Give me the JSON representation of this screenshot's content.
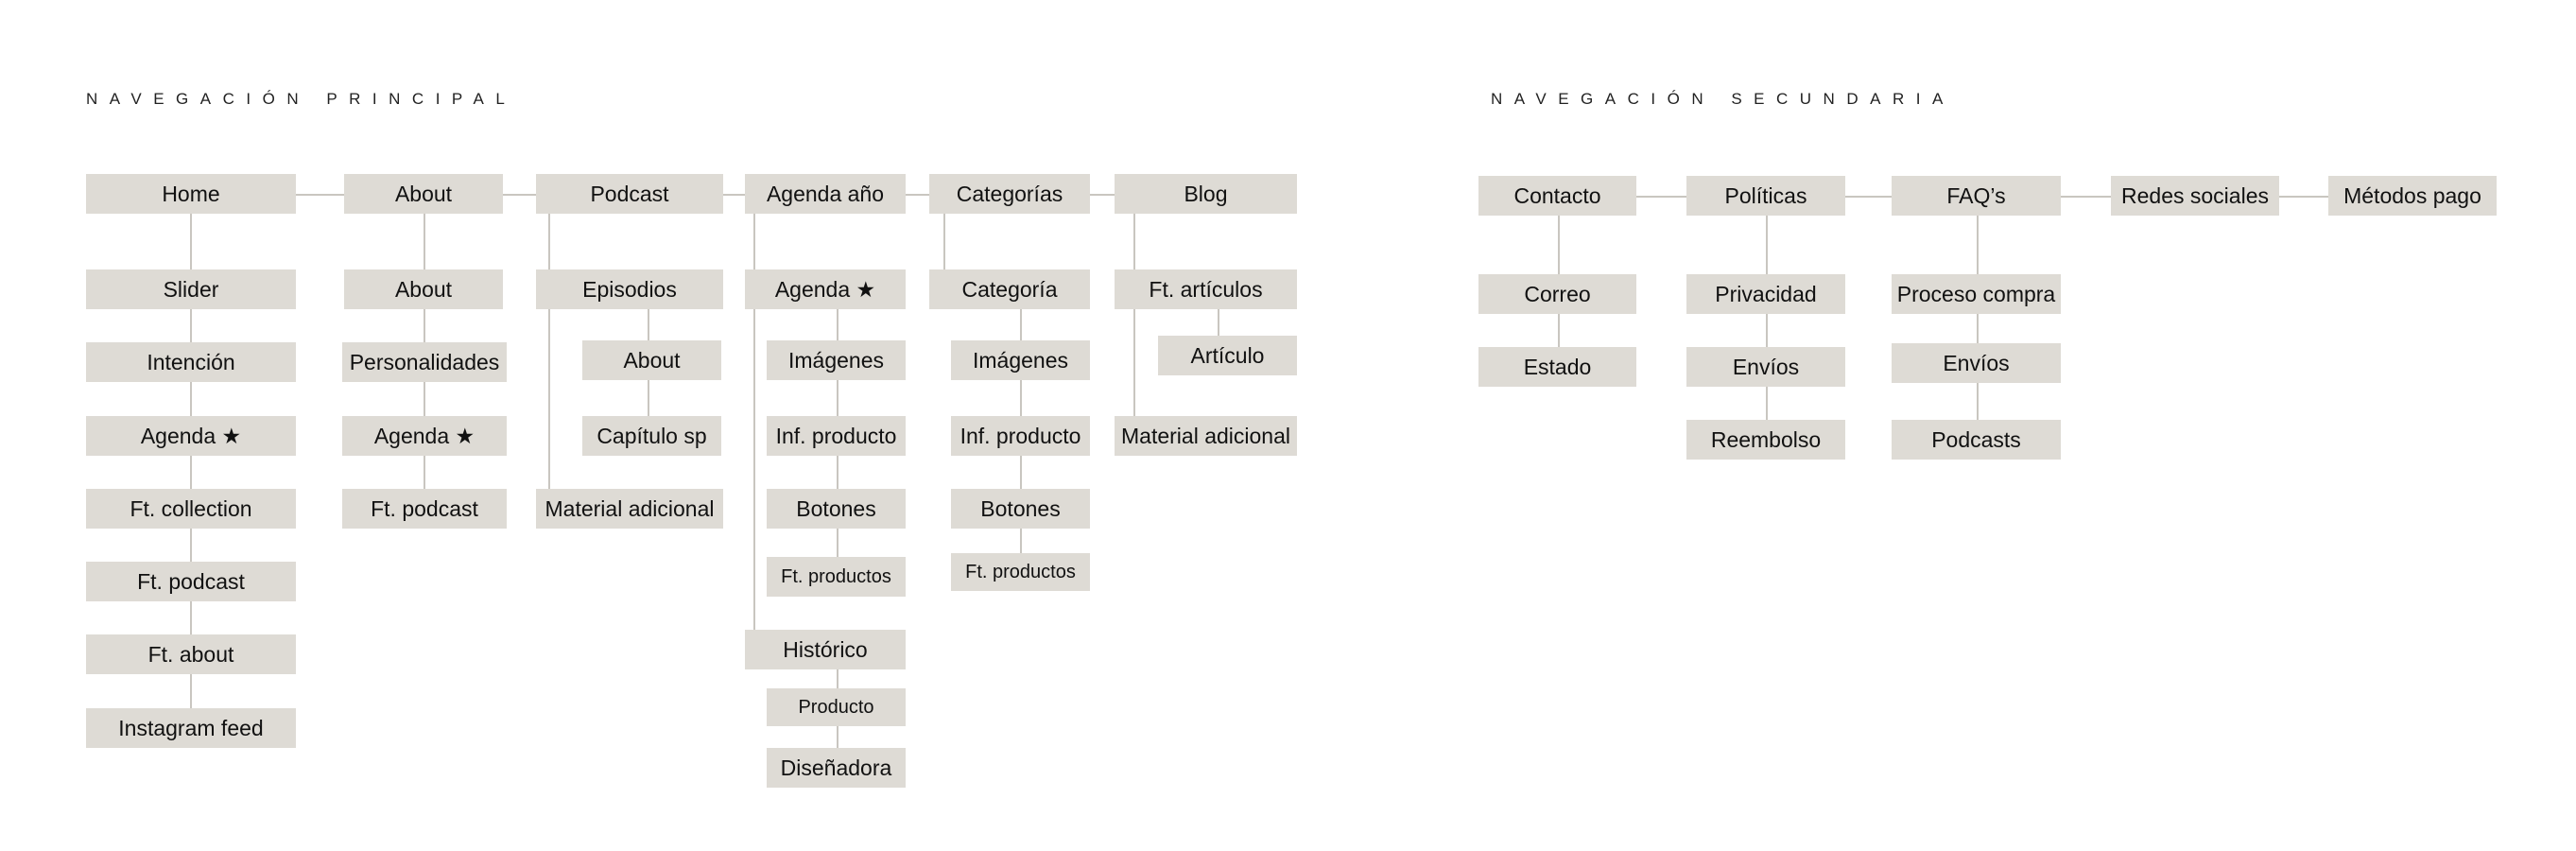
{
  "diagram": {
    "primary": {
      "title": "NAVEGACIÓN PRINCIPAL",
      "columns": [
        {
          "label": "Home",
          "children": [
            "Slider",
            "Intención",
            "Agenda ★",
            "Ft. collection",
            "Ft. podcast",
            "Ft. about",
            "Instagram feed"
          ]
        },
        {
          "label": "About",
          "children": [
            "About",
            "Personalidades",
            "Agenda  ★",
            "Ft. podcast"
          ]
        },
        {
          "label": "Podcast",
          "children": [
            "Episodios",
            "About",
            "Capítulo sp",
            "Material adicional"
          ]
        },
        {
          "label": "Agenda año",
          "children": [
            "Agenda  ★",
            "Imágenes",
            "Inf. producto",
            "Botones",
            "Ft. productos",
            "Histórico",
            "Producto",
            "Diseñadora"
          ]
        },
        {
          "label": "Categorías",
          "children": [
            "Categoría",
            "Imágenes",
            "Inf. producto",
            "Botones",
            "Ft. productos"
          ]
        },
        {
          "label": "Blog",
          "children": [
            "Ft. artículos",
            "Artículo",
            "Material adicional"
          ]
        }
      ]
    },
    "secondary": {
      "title": "NAVEGACIÓN SECUNDARIA",
      "columns": [
        {
          "label": "Contacto",
          "children": [
            "Correo",
            "Estado"
          ]
        },
        {
          "label": "Políticas",
          "children": [
            "Privacidad",
            "Envíos",
            "Reembolso"
          ]
        },
        {
          "label": "FAQ’s",
          "children": [
            "Proceso compra",
            "Envíos",
            "Podcasts"
          ]
        },
        {
          "label": "Redes sociales",
          "children": []
        },
        {
          "label": "Métodos pago",
          "children": []
        }
      ]
    }
  },
  "colors": {
    "box": "#dedbd5",
    "line": "#c9c6c0",
    "text": "#111111",
    "background": "#ffffff"
  }
}
